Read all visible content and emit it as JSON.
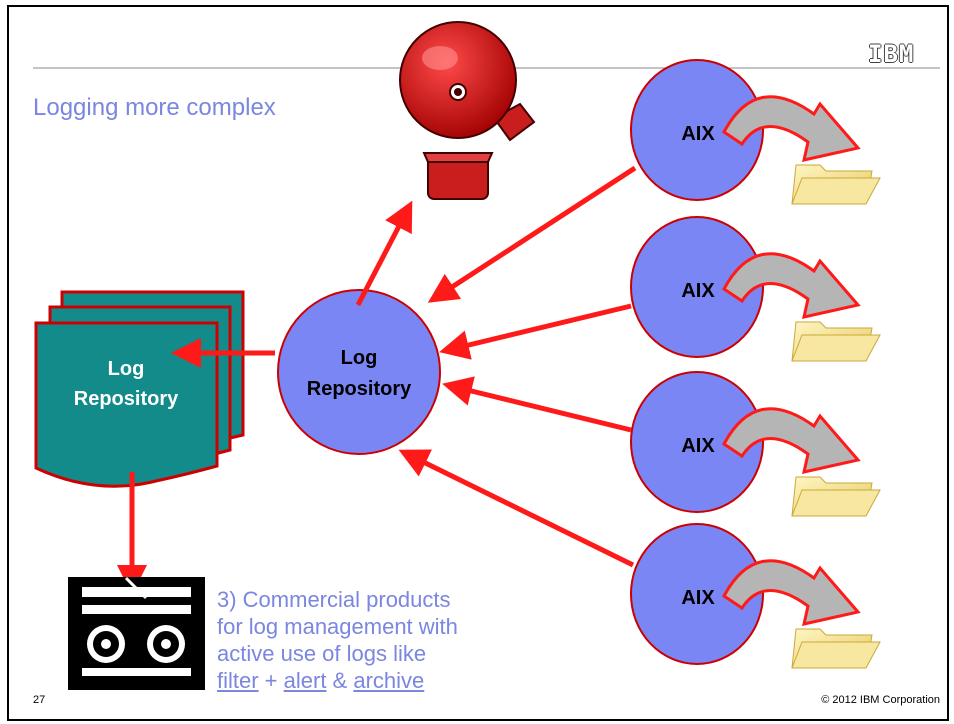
{
  "slide": {
    "title": "Logging more complex",
    "logo": "IBM",
    "page_number": "27",
    "copyright": "© 2012 IBM Corporation"
  },
  "central_node": {
    "line1": "Log",
    "line2": "Repository"
  },
  "document_node": {
    "line1": "Log",
    "line2": "Repository"
  },
  "aix_nodes": [
    {
      "label": "AIX"
    },
    {
      "label": "AIX"
    },
    {
      "label": "AIX"
    },
    {
      "label": "AIX"
    }
  ],
  "caption": {
    "line1": "3) Commercial products",
    "line2": "for log management with",
    "line3": "active use of logs like",
    "filter": "filter",
    "plus": " + ",
    "alert": "alert",
    "amp": " & ",
    "archive": "archive"
  },
  "colors": {
    "arrow": "#ff1a1a",
    "circle_fill": "#7b86f5",
    "circle_stroke": "#cc0000",
    "document_fill": "#138b8b",
    "title_text": "#7a86e0",
    "folder": "#f2df8a"
  },
  "icons": [
    "alarm-bell-icon",
    "tape-drive-icon",
    "folder-icon",
    "curved-arrow-icon"
  ]
}
